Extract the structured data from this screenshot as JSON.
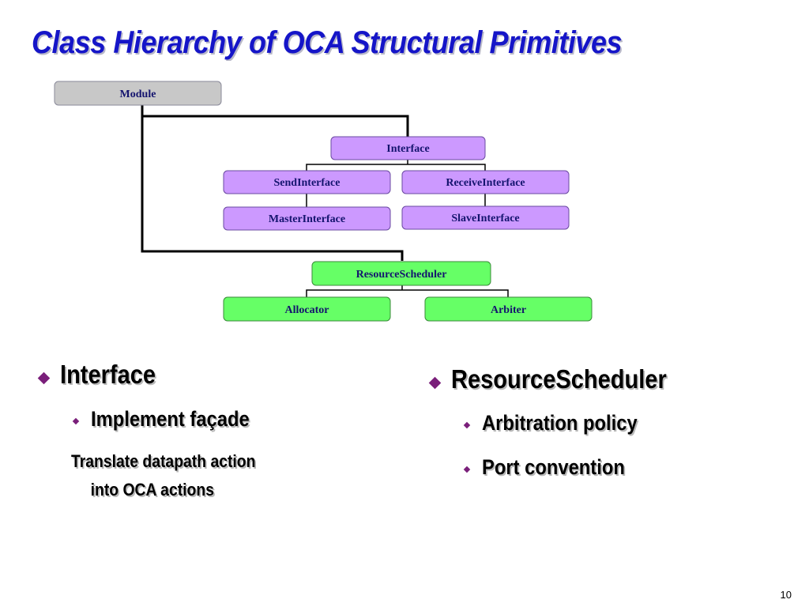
{
  "slide": {
    "title": "Class Hierarchy of OCA Structural Primitives",
    "page_number": "10"
  },
  "diagram": {
    "nodes": {
      "module": "Module",
      "interface": "Interface",
      "send_interface": "SendInterface",
      "receive_interface": "ReceiveInterface",
      "master_interface": "MasterInterface",
      "slave_interface": "SlaveInterface",
      "resource_scheduler": "ResourceScheduler",
      "allocator": "Allocator",
      "arbiter": "Arbiter"
    },
    "colors": {
      "module_fill": "#c8c8c8",
      "interface_fill": "#cc99ff",
      "scheduler_fill": "#66ff66",
      "line": "#000000"
    }
  },
  "bullets": {
    "left": {
      "heading": "Interface",
      "sub": "Implement façade",
      "detail_line1": "Translate datapath action",
      "detail_line2": "into OCA actions"
    },
    "right": {
      "heading": "ResourceScheduler",
      "sub1": "Arbitration policy",
      "sub2": "Port convention"
    }
  }
}
